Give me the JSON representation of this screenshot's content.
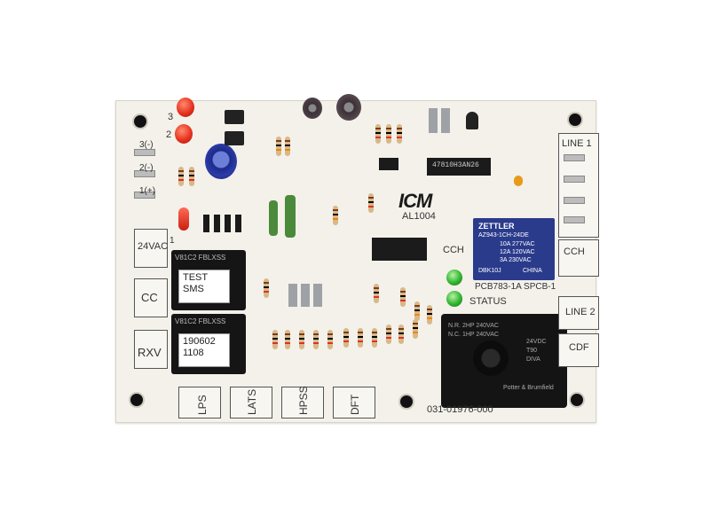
{
  "board": {
    "model_logo": "ICM",
    "model_number": "AL1004",
    "pcb_code": "PCB783-1A SPCB-1",
    "part_number": "031-01976-000",
    "ic_marking": "47810H3AN26",
    "led_labels": {
      "cch": "CCH",
      "status": "STATUS",
      "led1": "1",
      "led2": "2",
      "led3": "3"
    },
    "terminal_labels": [
      "24VAC",
      "CC",
      "RXV"
    ],
    "switch_labels": [
      "LPS",
      "LATS",
      "HPSS",
      "DFT"
    ],
    "right_labels": [
      "LINE 1",
      "CCH",
      "LINE 2",
      "CDF"
    ],
    "left_pin_labels": [
      "3(-)",
      "2(-)",
      "1(+)"
    ]
  },
  "relay_top": {
    "label_line1": "TEST",
    "label_line2": "SMS",
    "marking": "V81C2 FBLXSS"
  },
  "relay_bottom": {
    "label_line1": "190602",
    "label_line2": "1108",
    "marking": "V81C2 FBLXSS"
  },
  "zettler_relay": {
    "brand": "ZETTLER",
    "model": "AZ943-1CH-24DE",
    "ratings": [
      "10A 277VAC",
      "12A 120VAC",
      "3A 230VAC"
    ],
    "date": "DBK10J",
    "origin": "CHINA"
  },
  "big_relay": {
    "spec_lines": [
      "24VDC",
      "T90",
      "N.R. 2HP 240VAC",
      "N.C. 1HP 240VAC",
      "DIVA",
      "Potter & Brumfield"
    ]
  },
  "colors": {
    "board": "#f3f1ea",
    "relay_black": "#151515",
    "led_red": "#e8321f",
    "led_green": "#2fb52f",
    "zettler_blue": "#2a3b8c"
  }
}
